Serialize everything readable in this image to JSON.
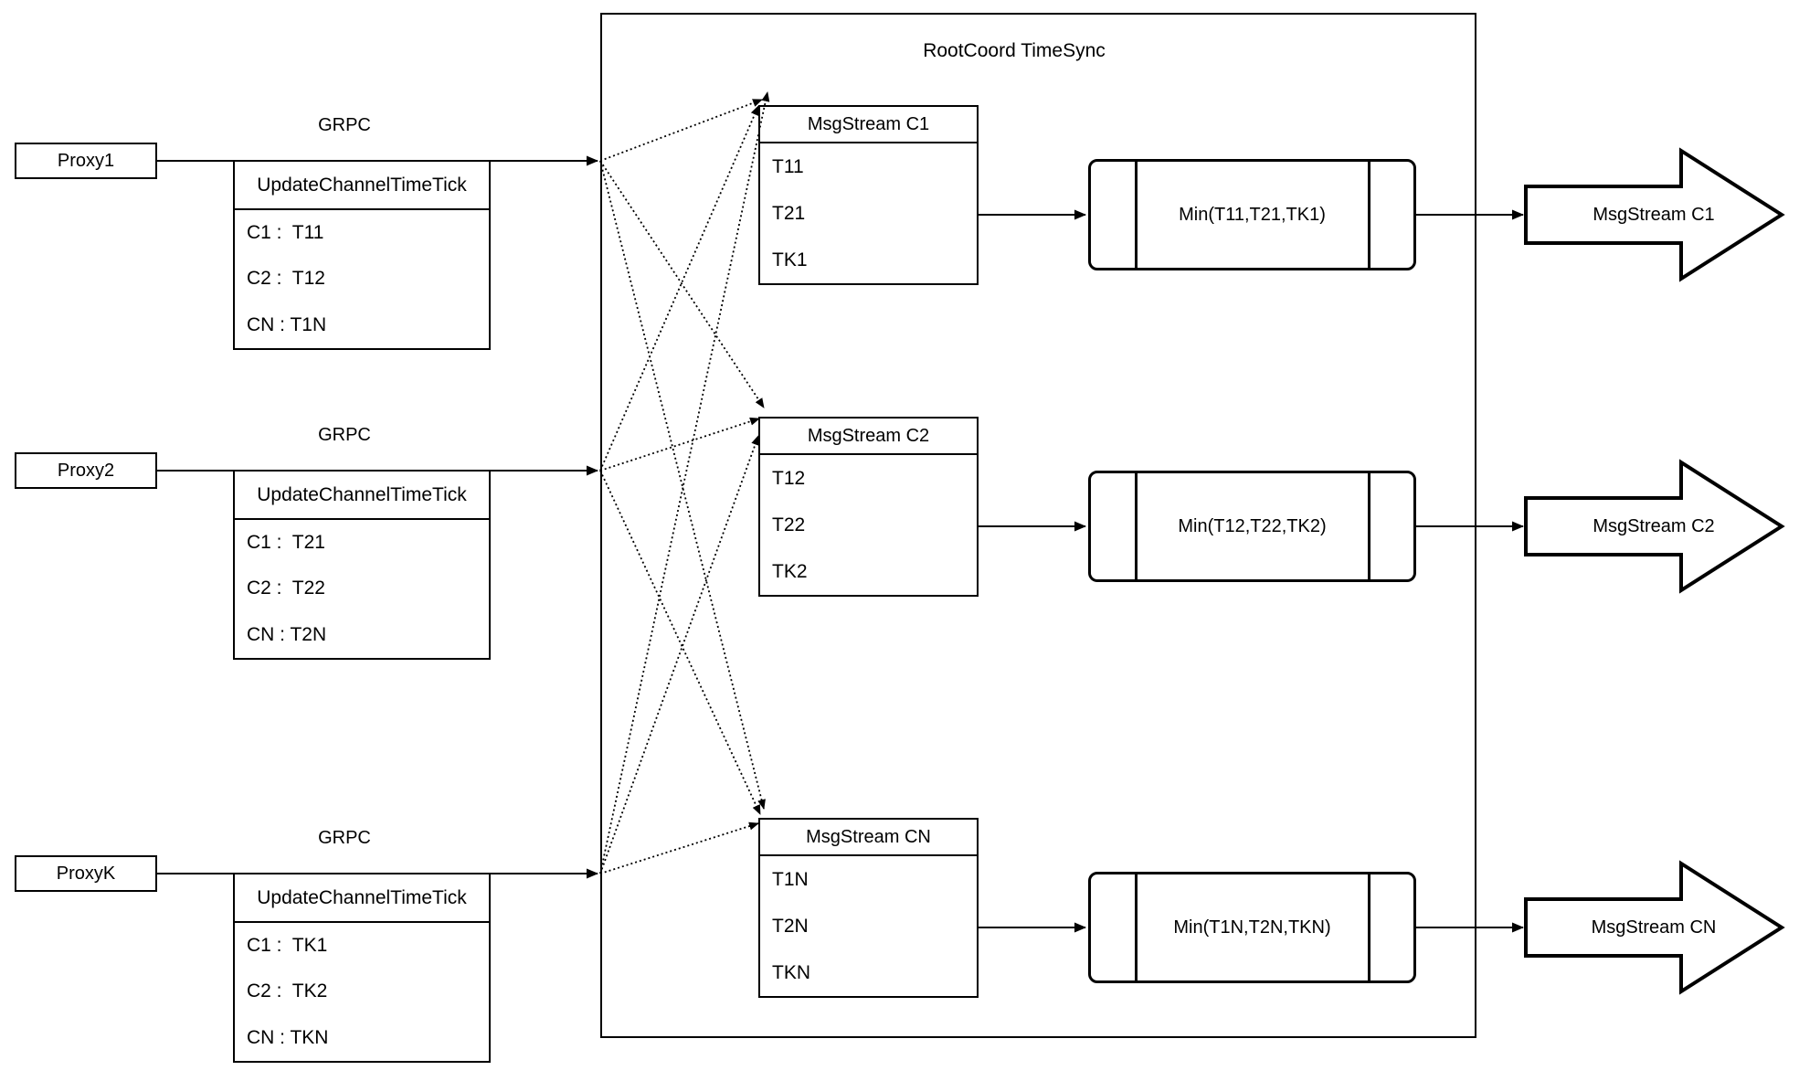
{
  "title": "RootCoord TimeSync",
  "colors": {
    "stroke": "#000000",
    "background": "#ffffff"
  },
  "proxies": [
    {
      "label": "Proxy1",
      "protocol": "GRPC",
      "table": {
        "header": "UpdateChannelTimeTick",
        "rows": [
          "C1 :  T11",
          "C2 :  T12",
          "CN : T1N"
        ]
      }
    },
    {
      "label": "Proxy2",
      "protocol": "GRPC",
      "table": {
        "header": "UpdateChannelTimeTick",
        "rows": [
          "C1 :  T21",
          "C2 :  T22",
          "CN : T2N"
        ]
      }
    },
    {
      "label": "ProxyK",
      "protocol": "GRPC",
      "table": {
        "header": "UpdateChannelTimeTick",
        "rows": [
          "C1 :  TK1",
          "C2 :  TK2",
          "CN : TKN"
        ]
      }
    }
  ],
  "streams": [
    {
      "table": {
        "header": "MsgStream C1",
        "rows": [
          "T11",
          "T21",
          "TK1"
        ]
      },
      "min": "Min(T11,T21,TK1)",
      "output": "MsgStream C1"
    },
    {
      "table": {
        "header": "MsgStream C2",
        "rows": [
          "T12",
          "T22",
          "TK2"
        ]
      },
      "min": "Min(T12,T22,TK2)",
      "output": "MsgStream C2"
    },
    {
      "table": {
        "header": "MsgStream CN",
        "rows": [
          "T1N",
          "T2N",
          "TKN"
        ]
      },
      "min": "Min(T1N,T2N,TKN)",
      "output": "MsgStream CN"
    }
  ]
}
